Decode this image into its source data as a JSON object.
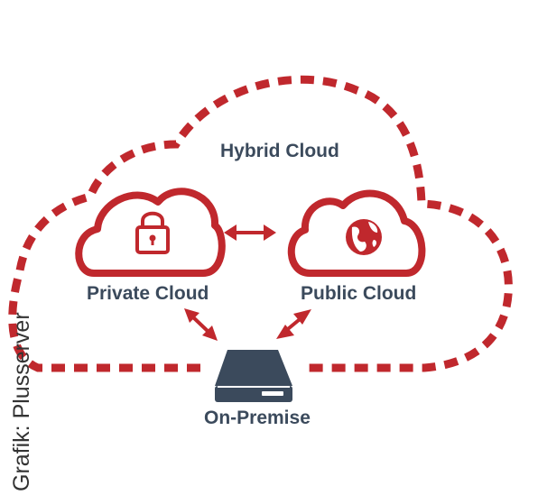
{
  "labels": {
    "hybrid": "Hybrid Cloud",
    "private": "Private Cloud",
    "public": "Public Cloud",
    "on_premise": "On-Premise"
  },
  "credit": "Grafik: Plusserver",
  "icons": {
    "private": "padlock-icon",
    "public": "globe-icon",
    "on_premise": "server-drive-icon"
  },
  "colors": {
    "accent": "#c0282d",
    "dark": "#3b4a5c"
  }
}
